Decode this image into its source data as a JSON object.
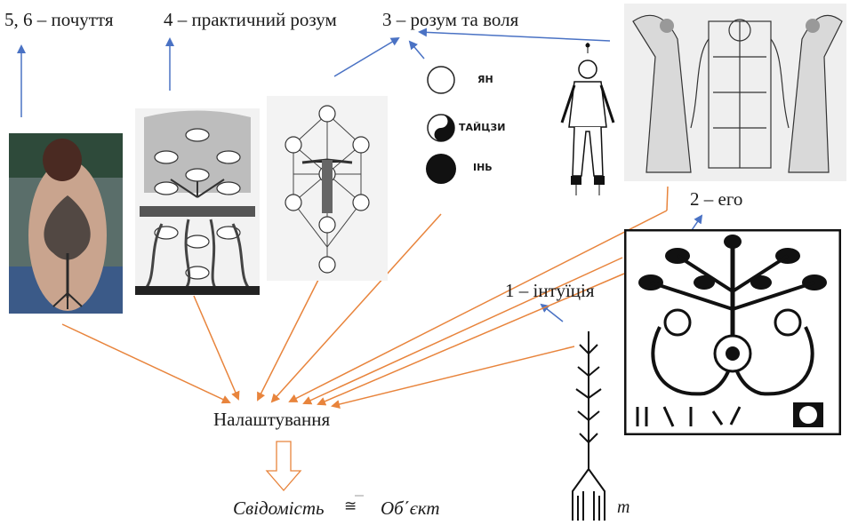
{
  "labels": {
    "feelings": "5, 6 – почуття",
    "practical_mind": "4 – практичний розум",
    "mind_will": "3 – розум та воля",
    "ego": "2 – его",
    "intuition": "1 – інтуїція",
    "setting": "Налаштування",
    "consciousness": "Свідомість",
    "approx": "≅",
    "object": "Об΄єкт",
    "tm": "т"
  },
  "yin_yang_labels": [
    "ЯН",
    "ТАЙЦЗИ",
    "ІНЬ"
  ],
  "colors": {
    "blue_arrow": "#4a72c4",
    "orange_arrow": "#e8843c",
    "ink": "#1a1a1a"
  },
  "icons": [
    "tattoo-photo",
    "tree-of-life-illustration",
    "sefirot-figure-diagram",
    "yin-yang-circles",
    "standing-man-figure",
    "assyrian-relief",
    "woodcut-tree-serpents",
    "sprout-drawing"
  ]
}
